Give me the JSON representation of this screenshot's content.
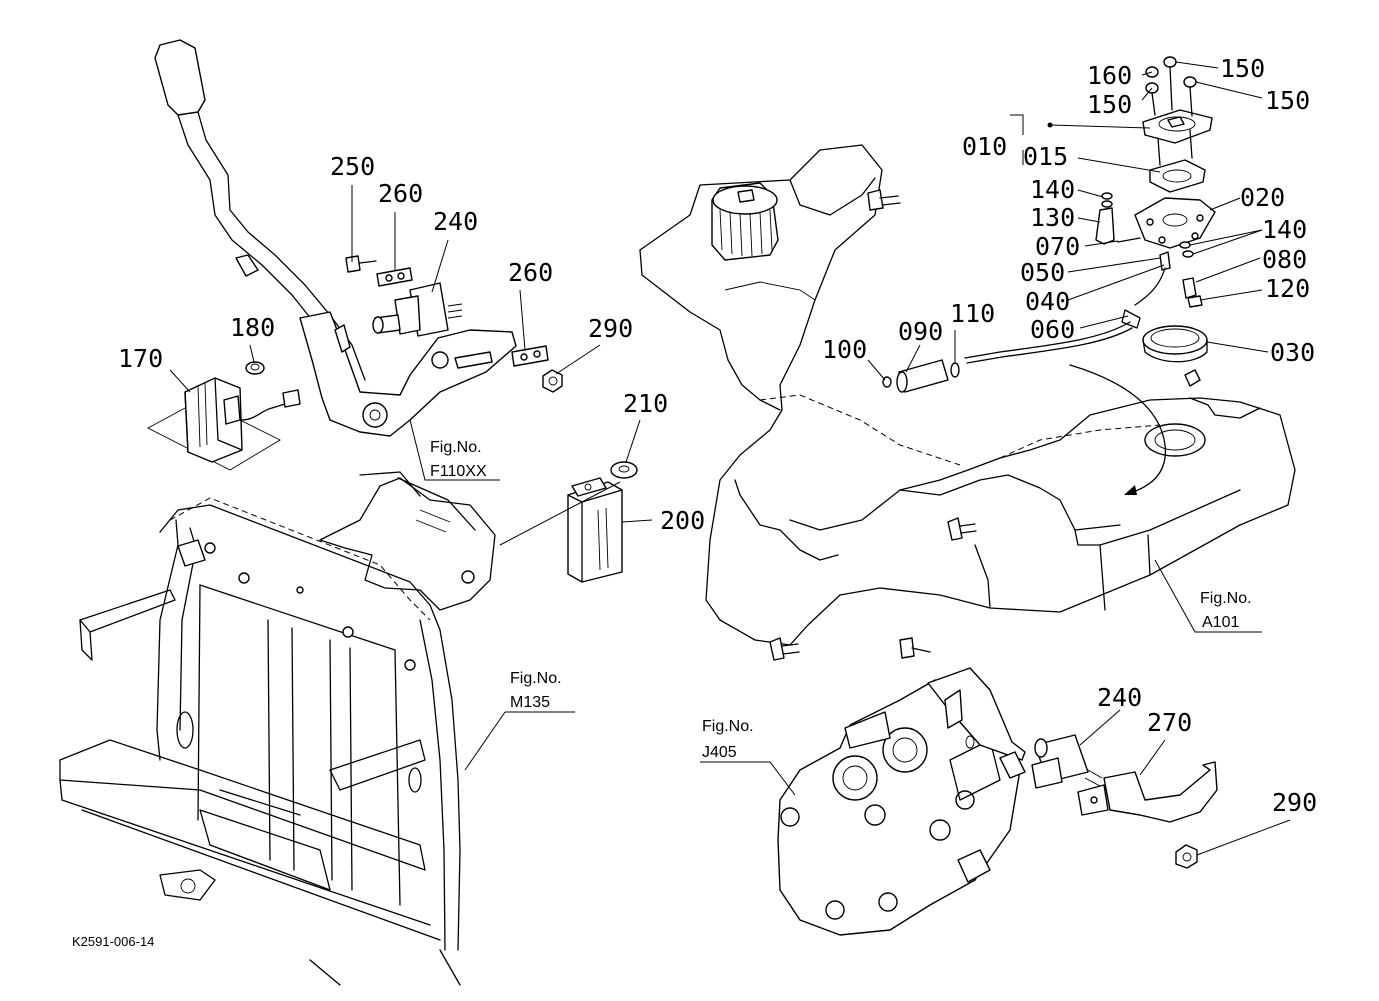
{
  "drawing_code": "K2591-006-14",
  "part_labels": [
    {
      "id": "lbl-250",
      "text": "250"
    },
    {
      "id": "lbl-260a",
      "text": "260"
    },
    {
      "id": "lbl-240a",
      "text": "240"
    },
    {
      "id": "lbl-260b",
      "text": "260"
    },
    {
      "id": "lbl-290a",
      "text": "290"
    },
    {
      "id": "lbl-180",
      "text": "180"
    },
    {
      "id": "lbl-170",
      "text": "170"
    },
    {
      "id": "lbl-210",
      "text": "210"
    },
    {
      "id": "lbl-200",
      "text": "200"
    },
    {
      "id": "lbl-160",
      "text": "160"
    },
    {
      "id": "lbl-150a",
      "text": "150"
    },
    {
      "id": "lbl-150b",
      "text": "150"
    },
    {
      "id": "lbl-150c",
      "text": "150"
    },
    {
      "id": "lbl-010",
      "text": "010"
    },
    {
      "id": "lbl-015",
      "text": "015"
    },
    {
      "id": "lbl-140a",
      "text": "140"
    },
    {
      "id": "lbl-020",
      "text": "020"
    },
    {
      "id": "lbl-130",
      "text": "130"
    },
    {
      "id": "lbl-140b",
      "text": "140"
    },
    {
      "id": "lbl-070",
      "text": "070"
    },
    {
      "id": "lbl-050",
      "text": "050"
    },
    {
      "id": "lbl-080",
      "text": "080"
    },
    {
      "id": "lbl-040",
      "text": "040"
    },
    {
      "id": "lbl-120",
      "text": "120"
    },
    {
      "id": "lbl-090",
      "text": "090"
    },
    {
      "id": "lbl-110",
      "text": "110"
    },
    {
      "id": "lbl-060",
      "text": "060"
    },
    {
      "id": "lbl-100",
      "text": "100"
    },
    {
      "id": "lbl-030",
      "text": "030"
    },
    {
      "id": "lbl-240b",
      "text": "240"
    },
    {
      "id": "lbl-270",
      "text": "270"
    },
    {
      "id": "lbl-290b",
      "text": "290"
    }
  ],
  "figure_refs": [
    {
      "id": "fig-f110xx",
      "line1": "Fig.No.",
      "line2": "F110XX"
    },
    {
      "id": "fig-a101",
      "line1": "Fig.No.",
      "line2": "A101"
    },
    {
      "id": "fig-m135",
      "line1": "Fig.No.",
      "line2": "M135"
    },
    {
      "id": "fig-j405",
      "line1": "Fig.No.",
      "line2": "J405"
    }
  ]
}
